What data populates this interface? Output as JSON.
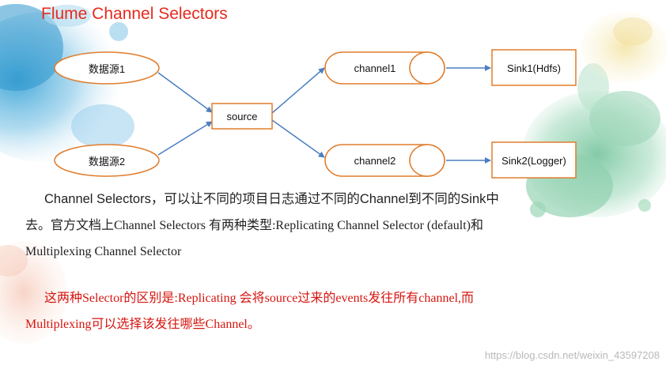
{
  "title": "Flume Channel Selectors",
  "diagram": {
    "sources": [
      "数据源1",
      "数据源2"
    ],
    "hub": "source",
    "channels": [
      "channel1",
      "channel2"
    ],
    "sinks": [
      "Sink1(Hdfs)",
      "Sink2(Logger)"
    ],
    "colors": {
      "ellipse_border": "#e07d2c",
      "box_border": "#e07d2c",
      "arrow": "#4a7fc1"
    }
  },
  "paragraph1": {
    "line1": "Channel Selectors，可以让不同的项目日志通过不同的Channel到不同的Sink中",
    "line2": "去。官方文档上Channel Selectors 有两种类型:Replicating Channel Selector (default)和",
    "line3": "Multiplexing Channel Selector"
  },
  "paragraph2": {
    "line1": "这两种Selector的区别是:Replicating 会将source过来的events发往所有channel,而",
    "line2": "Multiplexing可以选择该发往哪些Channel。"
  },
  "watermark": "https://blog.csdn.net/weixin_43597208",
  "colors": {
    "title": "#e8291c",
    "highlight_text": "#d6150f",
    "body_text": "#222222"
  }
}
